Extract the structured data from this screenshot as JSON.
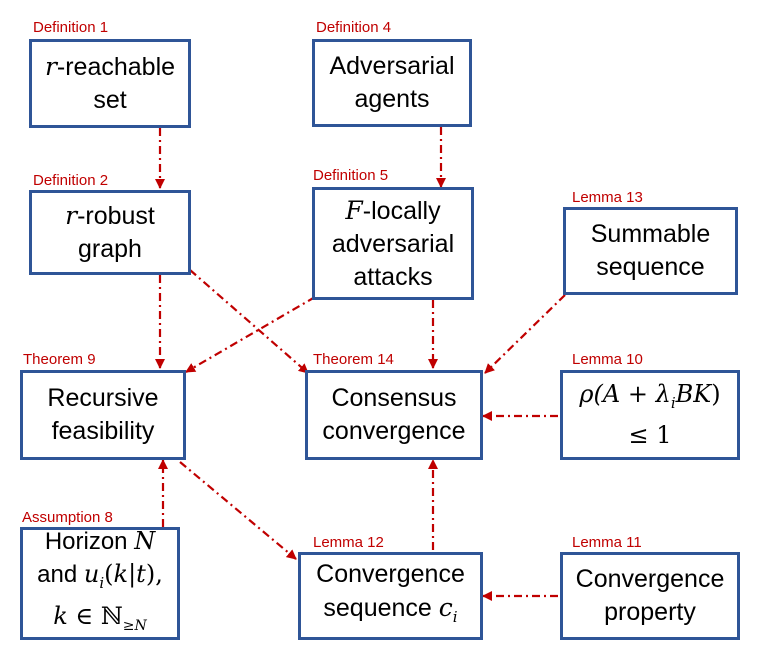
{
  "accent_color": "#c00000",
  "box_border_color": "#2f5597",
  "nodes": {
    "def1": {
      "tag": "Definition 1",
      "l1a": "r",
      "l1b": "-reachable",
      "l2": "set"
    },
    "def4": {
      "tag": "Definition 4",
      "l1": "Adversarial",
      "l2": "agents"
    },
    "def2": {
      "tag": "Definition 2",
      "l1a": "r",
      "l1b": "-robust",
      "l2": "graph"
    },
    "def5": {
      "tag": "Definition 5",
      "l1a": "F",
      "l1b": "-locally",
      "l2": "adversarial",
      "l3": "attacks"
    },
    "lem13": {
      "tag": "Lemma 13",
      "l1": "Summable",
      "l2": "sequence"
    },
    "thm9": {
      "tag": "Theorem 9",
      "l1": "Recursive",
      "l2": "feasibility"
    },
    "thm14": {
      "tag": "Theorem 14",
      "l1": "Consensus",
      "l2": "convergence"
    },
    "lem10": {
      "tag": "Lemma 10",
      "l1a": "ρ(",
      "l1b": "A",
      "l1c": " + ",
      "l1d": "λ",
      "l1e": "i",
      "l1f": "BK",
      "l1g": ")",
      "l2a": "≤ ",
      "l2b": "1"
    },
    "asm8": {
      "tag": "Assumption 8",
      "l1a": "Horizon ",
      "l1b": "N",
      "l2a": "and ",
      "l2b": "u",
      "l2c": "i",
      "l2d": "(",
      "l2e": "k",
      "l2f": "|",
      "l2g": "t",
      "l2h": "),",
      "l3a": "k",
      "l3b": " ∈ ℕ",
      "l3c": "≥",
      "l3d": "N"
    },
    "lem12": {
      "tag": "Lemma 12",
      "l1": "Convergence",
      "l2a": "sequence ",
      "l2b": "c",
      "l2c": "i"
    },
    "lem11": {
      "tag": "Lemma 11",
      "l1": "Convergence",
      "l2": "property"
    }
  }
}
